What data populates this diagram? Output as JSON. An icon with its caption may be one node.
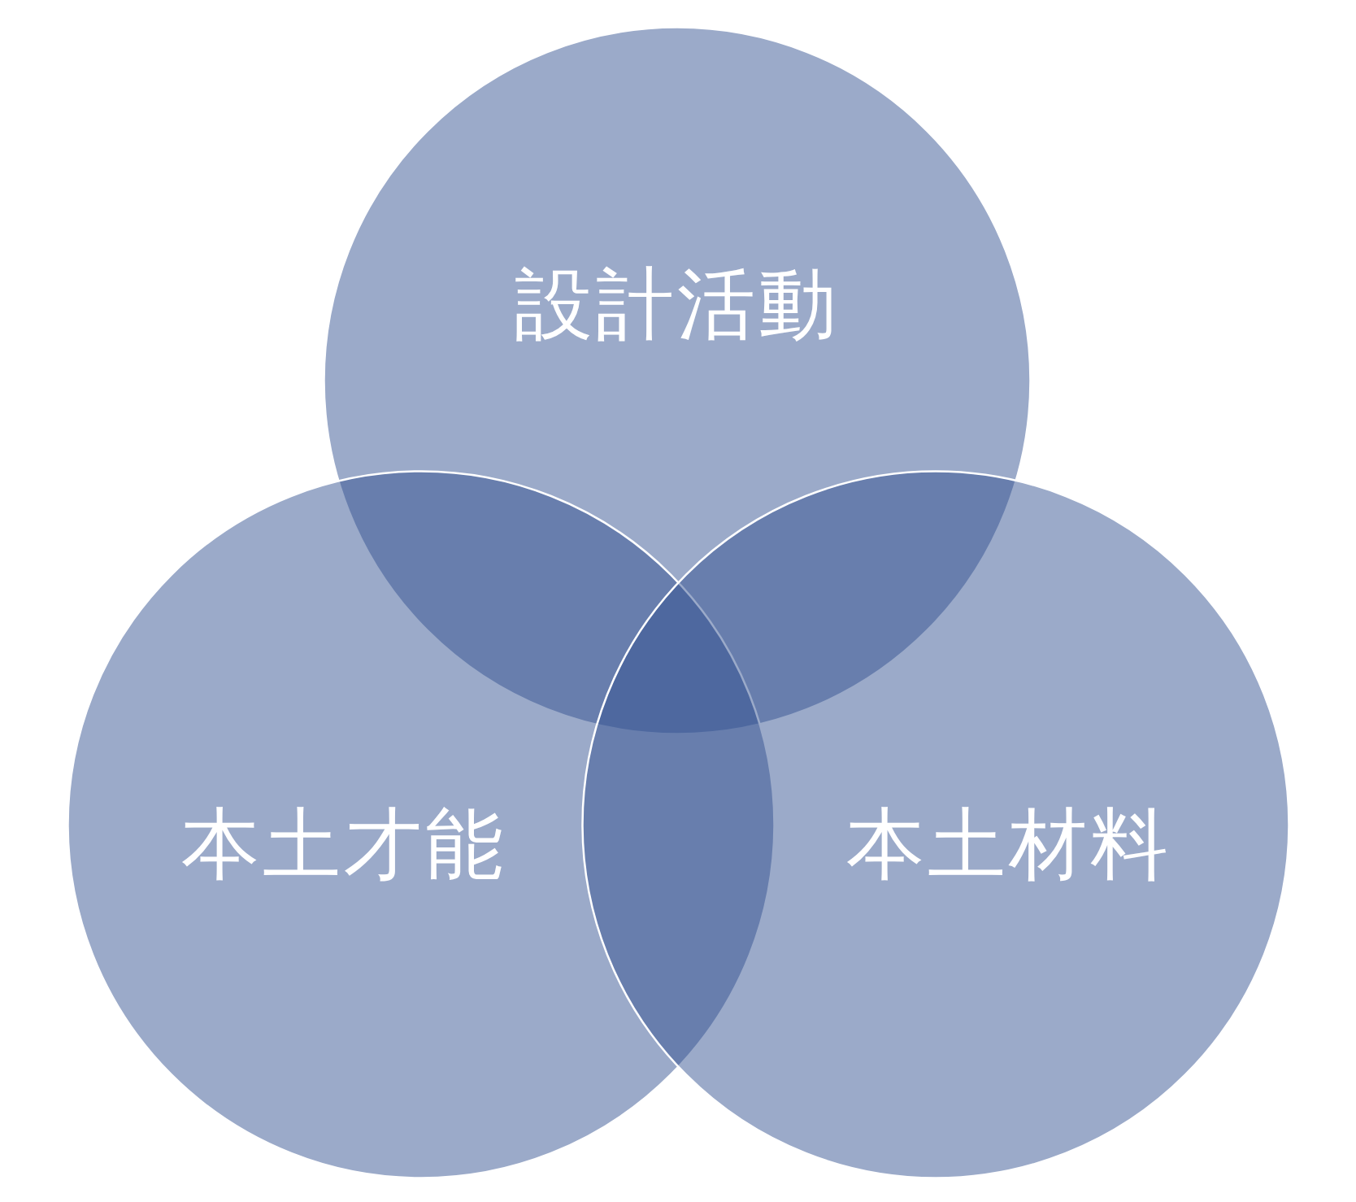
{
  "diagram": {
    "nodes": [
      {
        "text": [
          "設計活動"
        ]
      },
      {
        "text": [
          "本土才能"
        ]
      },
      {
        "text": [
          "本土材料"
        ]
      }
    ]
  }
}
